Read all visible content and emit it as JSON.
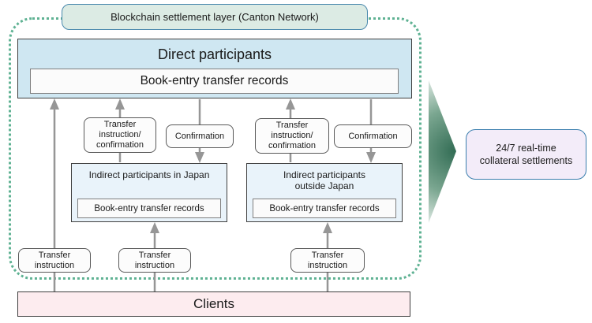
{
  "header": {
    "pill_label": "Blockchain settlement layer (Canton Network)"
  },
  "direct_participants": {
    "title": "Direct participants",
    "records": "Book-entry transfer records"
  },
  "indirect_participants": [
    {
      "title": "Indirect participants in Japan",
      "records": "Book-entry transfer records"
    },
    {
      "title": "Indirect participants\noutside Japan",
      "records": "Book-entry transfer records"
    }
  ],
  "flow_labels": {
    "transfer_instruction_confirmation": "Transfer\ninstruction/\nconfirmation",
    "confirmation": "Confirmation",
    "transfer_instruction": "Transfer\ninstruction"
  },
  "clients": {
    "title": "Clients"
  },
  "outcome": {
    "label": "24/7 real-time\ncollateral settlements"
  },
  "colors": {
    "dotted_border": "#5fb293",
    "pill_fill": "#dcebe4",
    "pill_border": "#4a89ad",
    "direct_fill": "#cfe7f2",
    "indirect_fill": "#e9f3fa",
    "records_fill": "#fbfbfb",
    "records_border": "#7f7f7f",
    "box_border": "#3f3f3f",
    "label_border": "#595959",
    "clients_fill": "#fdecef",
    "outcome_fill": "#f3ecf9",
    "outcome_border": "#3b7fae",
    "connector_gray": "#969696",
    "green_arrow_dark": "#336d55"
  }
}
